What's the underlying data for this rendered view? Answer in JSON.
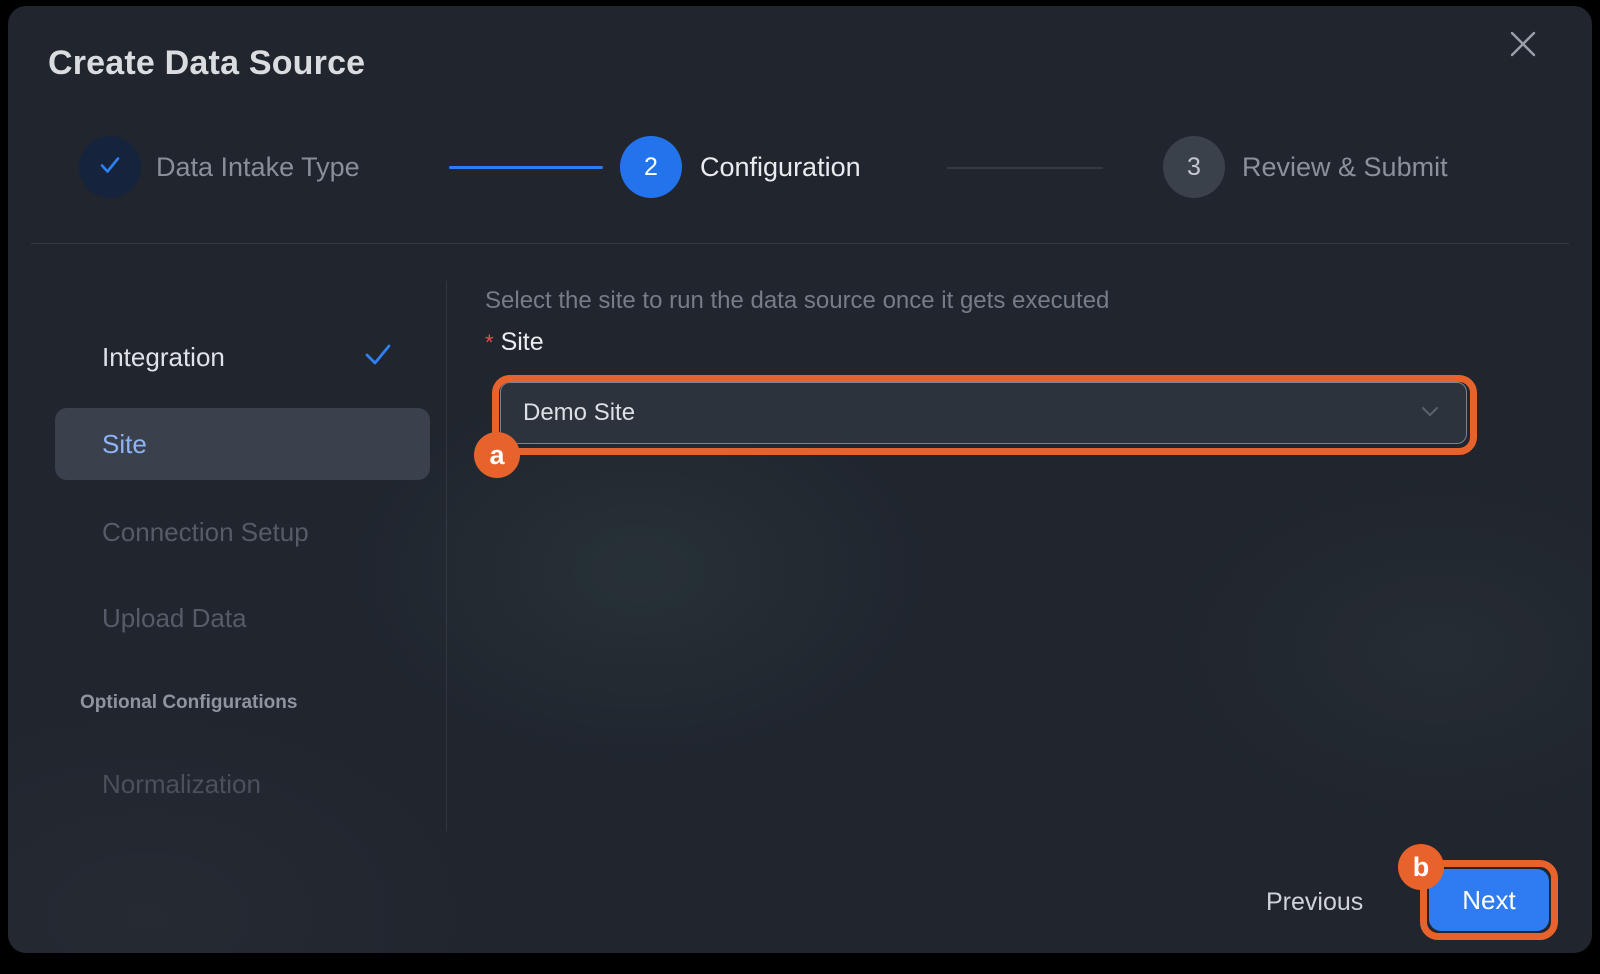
{
  "modal": {
    "title": "Create Data Source"
  },
  "stepper": {
    "steps": [
      {
        "number": "",
        "label": "Data Intake Type",
        "state": "completed"
      },
      {
        "number": "2",
        "label": "Configuration",
        "state": "active"
      },
      {
        "number": "3",
        "label": "Review & Submit",
        "state": "upcoming"
      }
    ]
  },
  "sidebar": {
    "items": [
      {
        "label": "Integration",
        "state": "completed"
      },
      {
        "label": "Site",
        "state": "active"
      },
      {
        "label": "Connection Setup",
        "state": "disabled"
      },
      {
        "label": "Upload Data",
        "state": "disabled"
      }
    ],
    "section_label": "Optional Configurations",
    "optional_items": [
      {
        "label": "Normalization",
        "state": "disabled"
      }
    ]
  },
  "content": {
    "instruction": "Select the site to run the data source once it gets executed",
    "required_marker": "*",
    "field_label": "Site",
    "select_value": "Demo Site"
  },
  "footer": {
    "previous_label": "Previous",
    "next_label": "Next"
  },
  "annotations": {
    "a": "a",
    "b": "b",
    "accent_color": "#E8632B"
  },
  "colors": {
    "accent_blue": "#2B7CF6",
    "button_blue": "#2F7CF2",
    "modal_bg": "#20252E"
  }
}
